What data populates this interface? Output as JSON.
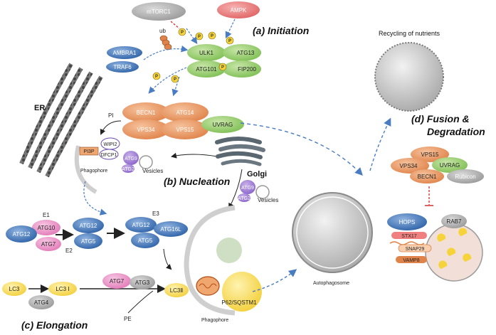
{
  "phases": {
    "initiation": "(a) Initiation",
    "nucleation": "(b) Nucleation",
    "elongation": "(c) Elongation",
    "fusion_1": "(d) Fusion &",
    "fusion_2": "Degradation"
  },
  "labels": {
    "er": "ER",
    "golgi": "Golgi",
    "phagophore": "Phagophore",
    "autophagosome": "Autophagosome",
    "recycling": "Recycling of nutrients"
  },
  "initiation": {
    "mtorc1": "mTORC1",
    "ampk": "AMPK",
    "ub": "ub",
    "ambra1": "AMBRA1",
    "traf6": "TRAF6",
    "ulk1": "ULK1",
    "atg13": "ATG13",
    "atg101": "ATG101",
    "fip200": "FIP200"
  },
  "nucleation": {
    "becn1": "BECN1",
    "atg14": "ATG14",
    "vps34": "VPS34",
    "vps15": "VPS15",
    "uvrag": "UVRAG",
    "pi": "PI",
    "pi3p": "PI3P",
    "wipi2": "WIPI2",
    "dfcp1": "DFCP1",
    "atg9": "ATG9",
    "atg2": "ATG2",
    "vesicles": "Vesicles"
  },
  "elongation": {
    "e1": "E1",
    "e2": "E2",
    "e3": "E3",
    "atg10": "ATG10",
    "atg12": "ATG12",
    "atg7": "ATG7",
    "atg5": "ATG5",
    "atg16l": "ATG16L",
    "lc3": "LC3",
    "lc3_i": "LC3 Ⅰ",
    "atg4": "ATG4",
    "atg3": "ATG3",
    "pe": "PE",
    "lc3_ii": "LC3Ⅱ",
    "p62": "P62/SQSTM1"
  },
  "fusion": {
    "vps15": "VPS15",
    "vps34": "VPS34",
    "uvrag": "UVRAG",
    "becn1": "BECN1",
    "rubicon": "Rubicon",
    "hops": "HOPS",
    "rab7": "RAB7",
    "stx17": "STX17",
    "snap29": "SNAP29",
    "vamp8": "VAMP8"
  }
}
